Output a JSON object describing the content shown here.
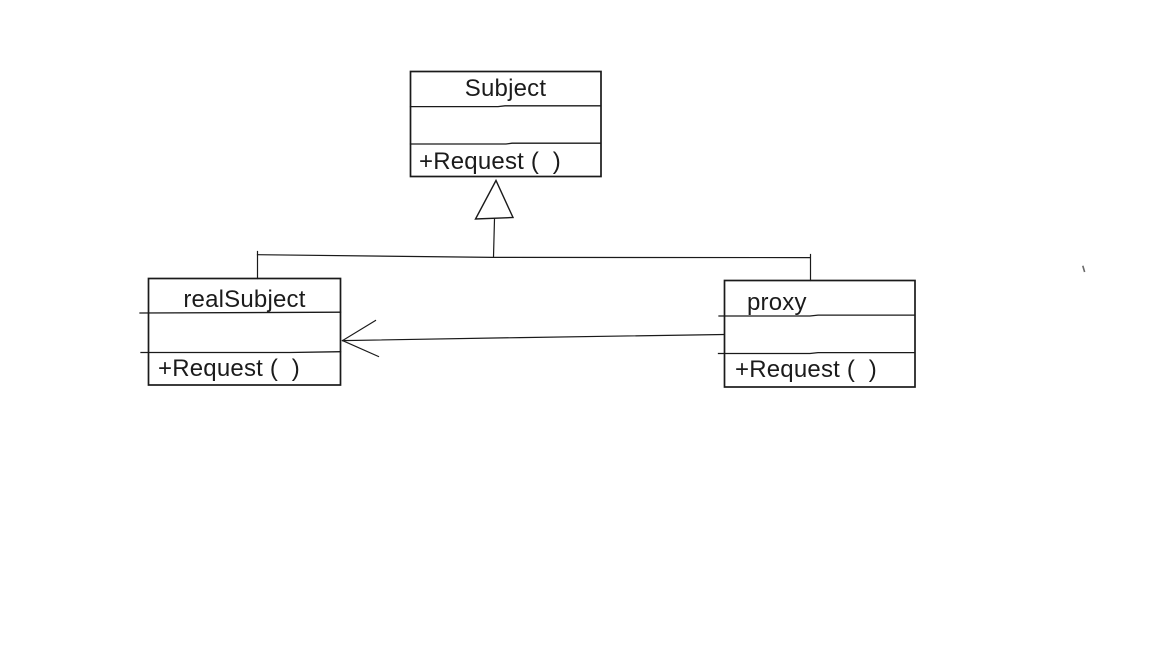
{
  "page": {
    "background": "#ffffff"
  },
  "diagram": {
    "kind": "uml-class-diagram",
    "pattern": "Proxy",
    "colors": {
      "line": "#1a1a1a",
      "box_fill": "#ffffff",
      "text": "#1b1b1b",
      "stray_mark": "#6a6a6a"
    },
    "classes": {
      "subject": {
        "name": "Subject",
        "attributes": "",
        "operations": "+Request (  )"
      },
      "realSubject": {
        "name": "realSubject",
        "attributes": "",
        "operations": "+Request (  )"
      },
      "proxy": {
        "name": "proxy",
        "attributes": "",
        "operations": "+Request (  )"
      }
    },
    "relations": [
      {
        "type": "generalization",
        "from": "realSubject",
        "to": "Subject",
        "marker": "hollow-triangle"
      },
      {
        "type": "generalization",
        "from": "proxy",
        "to": "Subject",
        "marker": "hollow-triangle"
      },
      {
        "type": "association",
        "from": "proxy",
        "to": "realSubject",
        "marker": "open-arrow"
      }
    ]
  }
}
